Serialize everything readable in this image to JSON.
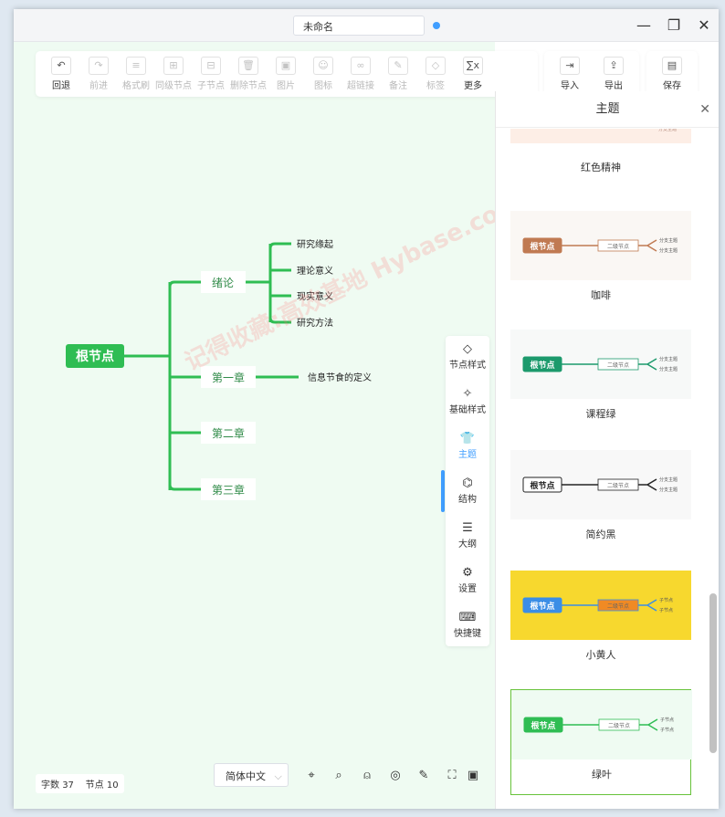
{
  "window": {
    "title": "未命名",
    "controls": [
      "minimize-icon",
      "maximize-icon",
      "close-icon"
    ]
  },
  "toolbar": {
    "items": [
      {
        "label": "回退",
        "icon": "undo-icon",
        "glyph": "↶",
        "enabled": true
      },
      {
        "label": "前进",
        "icon": "redo-icon",
        "glyph": "↷",
        "enabled": false
      },
      {
        "label": "格式刷",
        "icon": "format-brush-icon",
        "glyph": "≡",
        "enabled": false
      },
      {
        "label": "同级节点",
        "icon": "sibling-node-icon",
        "glyph": "⊞",
        "enabled": false
      },
      {
        "label": "子节点",
        "icon": "child-node-icon",
        "glyph": "⊟",
        "enabled": false
      },
      {
        "label": "删除节点",
        "icon": "delete-node-icon",
        "glyph": "🗑",
        "enabled": false
      },
      {
        "label": "图片",
        "icon": "image-icon",
        "glyph": "▣",
        "enabled": false
      },
      {
        "label": "图标",
        "icon": "emoji-icon",
        "glyph": "☺",
        "enabled": false
      },
      {
        "label": "超链接",
        "icon": "link-icon",
        "glyph": "∞",
        "enabled": false
      },
      {
        "label": "备注",
        "icon": "note-icon",
        "glyph": "✎",
        "enabled": false
      },
      {
        "label": "标签",
        "icon": "tag-icon",
        "glyph": "◇",
        "enabled": false
      },
      {
        "label": "更多",
        "icon": "formula-icon",
        "glyph": "∑x",
        "enabled": true
      }
    ],
    "file_items": [
      {
        "label": "导入",
        "icon": "import-icon",
        "glyph": "⇥"
      },
      {
        "label": "导出",
        "icon": "export-icon",
        "glyph": "⇪"
      }
    ],
    "save": {
      "label": "保存",
      "icon": "save-icon",
      "glyph": "▤"
    }
  },
  "mindmap": {
    "root": "根节点",
    "chapters": [
      "绪论",
      "第一章",
      "第二章",
      "第三章"
    ],
    "intro_children": [
      "研究缘起",
      "理论意义",
      "现实意义",
      "研究方法"
    ],
    "chapter1_children": [
      "信息节食的定义"
    ]
  },
  "watermark": "记得收藏:高效基地 Hybase.com",
  "side_tools": [
    {
      "label": "节点样式",
      "icon": "node-style-icon",
      "glyph": "◇",
      "active": false
    },
    {
      "label": "基础样式",
      "icon": "magic-wand-icon",
      "glyph": "✧",
      "active": false
    },
    {
      "label": "主题",
      "icon": "shirt-icon",
      "glyph": "👕",
      "active": true
    },
    {
      "label": "结构",
      "icon": "structure-icon",
      "glyph": "⌬",
      "active": false
    },
    {
      "label": "大纲",
      "icon": "outline-icon",
      "glyph": "☰",
      "active": false
    },
    {
      "label": "设置",
      "icon": "settings-icon",
      "glyph": "⚙",
      "active": false
    },
    {
      "label": "快捷键",
      "icon": "keyboard-icon",
      "glyph": "⌨",
      "active": false
    }
  ],
  "panel": {
    "title": "主题",
    "themes": [
      {
        "name": "红色精神",
        "root_label": "",
        "sub_label": "",
        "leaf_labels": [
          "分支主题"
        ],
        "bg": "#fdeee6",
        "root_color": "#c0392b",
        "active": false
      },
      {
        "name": "咖啡",
        "root_label": "根节点",
        "sub_label": "二级节点",
        "leaf_labels": [
          "分支主题",
          "分支主题"
        ],
        "bg": "#faf7f4",
        "root_color": "#c07a52",
        "active": false
      },
      {
        "name": "课程绿",
        "root_label": "根节点",
        "sub_label": "二级节点",
        "leaf_labels": [
          "分支主题",
          "分支主题"
        ],
        "bg": "#f7f9f8",
        "root_color": "#1c9a6c",
        "active": false
      },
      {
        "name": "简约黑",
        "root_label": "根节点",
        "sub_label": "二级节点",
        "leaf_labels": [
          "分支主题",
          "分支主题"
        ],
        "bg": "#f8f8f8",
        "root_color": "#222222",
        "active": false
      },
      {
        "name": "小黄人",
        "root_label": "根节点",
        "sub_label": "二级节点",
        "leaf_labels": [
          "子节点",
          "子节点"
        ],
        "bg": "#f7d82e",
        "root_color": "#3b8ee6",
        "active": false
      },
      {
        "name": "绿叶",
        "root_label": "根节点",
        "sub_label": "二级节点",
        "leaf_labels": [
          "子节点",
          "子节点"
        ],
        "bg": "#effbf2",
        "root_color": "#2fbd53",
        "active": true
      }
    ]
  },
  "status": {
    "word_count_label": "字数",
    "word_count": "37",
    "node_count_label": "节点",
    "node_count": "10"
  },
  "language": "简体中文",
  "bottom_tools": [
    "locate-icon",
    "zoom-icon",
    "mouse-icon",
    "compass-icon",
    "edit-icon",
    "fit-icon",
    "fullscreen-icon"
  ],
  "colors": {
    "accent": "#409eff",
    "mindmap_green": "#2fbd53",
    "canvas_bg": "#effbf2"
  }
}
